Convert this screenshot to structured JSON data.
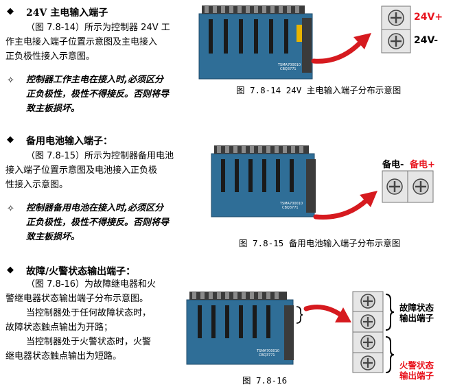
{
  "sections": [
    {
      "marker": "◆",
      "heading": "24V 主电输入端子",
      "para_lines": [
        "（图 7.8-14）所示为控制器 24V 工",
        "作主电接入端子位置示意图及主电接入",
        "正负极性接入示意图。"
      ],
      "warn_marker": "✧",
      "warn_lines": [
        "控制器工作主电在接入时,必须区分",
        "正负极性，极性不得接反。否则将导",
        "致主板损坏。"
      ],
      "caption": "图 7.8-14 24V 主电输入端子分布示意图",
      "terminals": [
        "24V+",
        "24V-"
      ]
    },
    {
      "marker": "◆",
      "heading": "备用电池输入端子：",
      "para_lines": [
        "（图 7.8-15）所示为控制器备用电池",
        "接入端子位置示意图及电池接入正负极",
        "性接入示意图。"
      ],
      "warn_marker": "✧",
      "warn_lines": [
        "控制器备用电池在接入时,必须区分",
        "正负极性，极性不得接反。否则将导",
        "致主板损坏。"
      ],
      "caption": "图 7.8-15 备用电池输入端子分布示意图",
      "terminals": [
        "备电-",
        "备电+"
      ]
    },
    {
      "marker": "◆",
      "heading": "故障/火警状态输出端子：",
      "para_lines": [
        "（图 7.8-16）为故障继电器和火",
        "警继电器状态输出端子分布示意图。",
        "当控制器处于任何故障状态时，",
        "故障状态触点输出为开路；",
        "当控制器处于火警状态时，火警",
        "继电器状态触点输出为短路。"
      ],
      "caption": "图 7.8-16",
      "terminals": [
        "故障状态",
        "输出端子",
        "火警状态",
        "输出端子"
      ]
    }
  ],
  "colors": {
    "board": "#2f6e97",
    "board_dark": "#1d4a6a",
    "red": "#e8141e",
    "arrow": "#d61a1f"
  },
  "board_labels": {
    "chip": "TSMA700010",
    "chip2": "CBQ3771"
  }
}
